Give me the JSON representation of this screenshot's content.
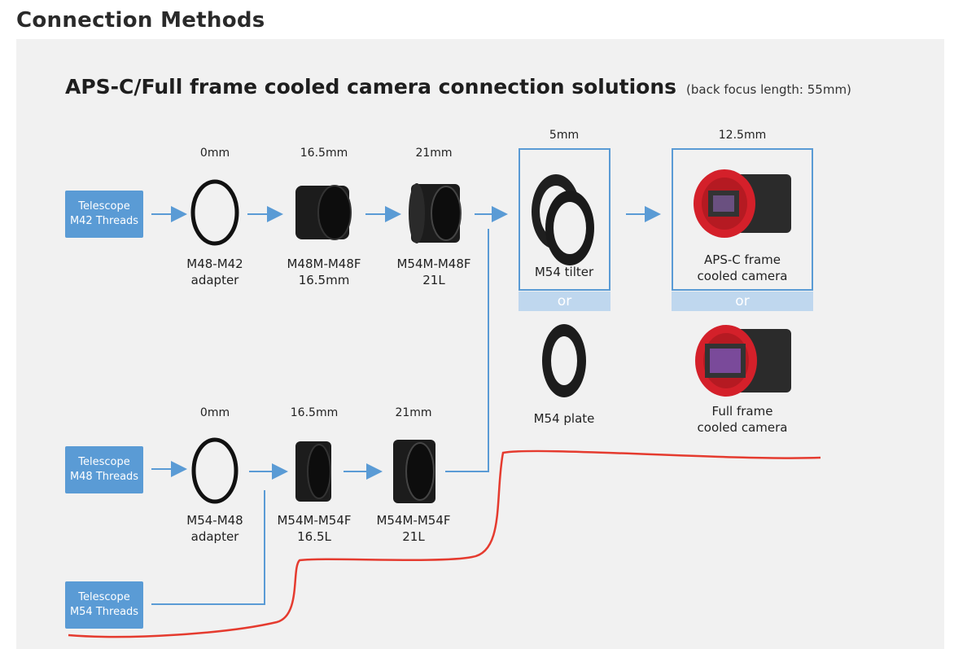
{
  "page": {
    "section_title": "Connection Methods"
  },
  "diagram": {
    "title": "APS-C/Full frame cooled camera connection solutions",
    "subtitle": "(back focus length: 55mm)",
    "telescopes": {
      "m42": [
        "Telescope",
        "M42 Threads"
      ],
      "m48": [
        "Telescope",
        "M48 Threads"
      ],
      "m54": [
        "Telescope",
        "M54 Threads"
      ]
    },
    "row1": {
      "adapter": {
        "length": "0mm",
        "name": [
          "M48-M42",
          "adapter"
        ]
      },
      "ext1": {
        "length": "16.5mm",
        "name": [
          "M48M-M48F",
          "16.5mm"
        ]
      },
      "ext2": {
        "length": "21mm",
        "name": [
          "M54M-M48F",
          "21L"
        ]
      }
    },
    "row2": {
      "adapter": {
        "length": "0mm",
        "name": [
          "M54-M48",
          "adapter"
        ]
      },
      "ext1": {
        "length": "16.5mm",
        "name": [
          "M54M-M54F",
          "16.5L"
        ]
      },
      "ext2": {
        "length": "21mm",
        "name": [
          "M54M-M54F",
          "21L"
        ]
      }
    },
    "tilter": {
      "length": "5mm",
      "name": "M54 tilter",
      "or": "or",
      "alt_name": "M54 plate"
    },
    "camera": {
      "length": "12.5mm",
      "name": [
        "APS-C frame",
        "cooled camera"
      ],
      "or": "or",
      "alt_name": [
        "Full frame",
        "cooled camera"
      ]
    }
  },
  "colors": {
    "accent": "#5a9bd5",
    "or_bar": "#bfd7ee",
    "camera_red": "#d4202a",
    "annotation": "#e53b2f"
  }
}
